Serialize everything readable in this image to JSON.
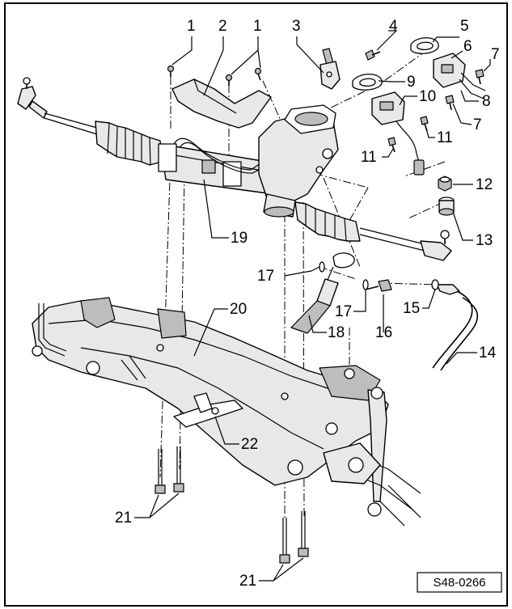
{
  "diagram": {
    "reference_code": "S48-0266",
    "callouts": [
      "1",
      "2",
      "1",
      "3",
      "4",
      "5",
      "6",
      "7",
      "8",
      "7",
      "9",
      "10",
      "11",
      "11",
      "12",
      "13",
      "19",
      "17",
      "17",
      "15",
      "18",
      "16",
      "14",
      "20",
      "22",
      "21",
      "21"
    ]
  }
}
